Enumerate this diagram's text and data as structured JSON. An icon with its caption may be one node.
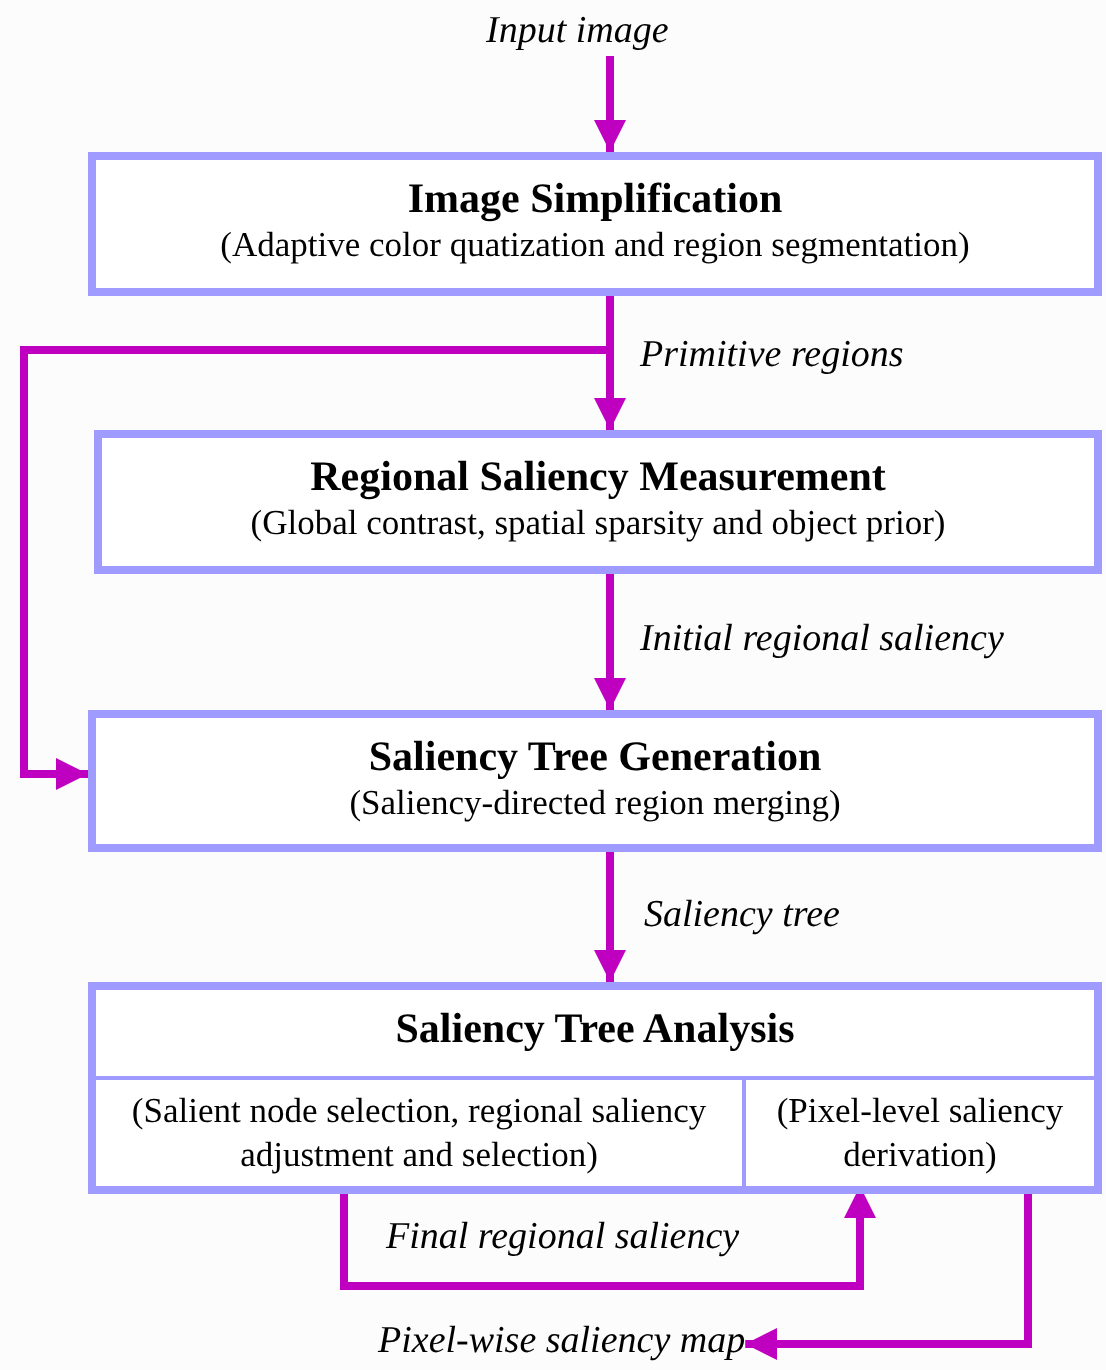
{
  "diagram": {
    "nodes": [
      {
        "text": [
          "Input image"
        ]
      },
      {
        "text": [
          "Image Simplification",
          "(Adaptive color quatization and region segmentation)"
        ]
      },
      {
        "text": [
          "Regional Saliency Measurement",
          "(Global contrast, spatial sparsity and object prior)"
        ]
      },
      {
        "text": [
          "Saliency Tree Generation",
          "(Saliency-directed region merging)"
        ]
      },
      {
        "text": [
          "Saliency Tree Analysis"
        ]
      },
      {
        "text": [
          "(Salient node selection, regional saliency adjustment and selection)"
        ],
        "in": 4
      },
      {
        "text": [
          "(Pixel-level saliency derivation)"
        ],
        "in": 4
      },
      {
        "text": [
          "Pixel-wise saliency map"
        ]
      }
    ],
    "edges": [
      {
        "from": 0,
        "to": 1,
        "arrow": "to"
      },
      {
        "from": 1,
        "to": 2,
        "arrow": "to",
        "label": "Primitive regions"
      },
      {
        "from": 1,
        "to": 3,
        "arrow": "to"
      },
      {
        "from": 2,
        "to": 3,
        "arrow": "to",
        "label": "Initial regional saliency"
      },
      {
        "from": 3,
        "to": 4,
        "arrow": "to",
        "label": "Saliency tree"
      },
      {
        "from": 5,
        "to": 6,
        "arrow": "to",
        "label": "Final regional saliency"
      },
      {
        "from": 6,
        "to": 7,
        "arrow": "to"
      }
    ]
  }
}
